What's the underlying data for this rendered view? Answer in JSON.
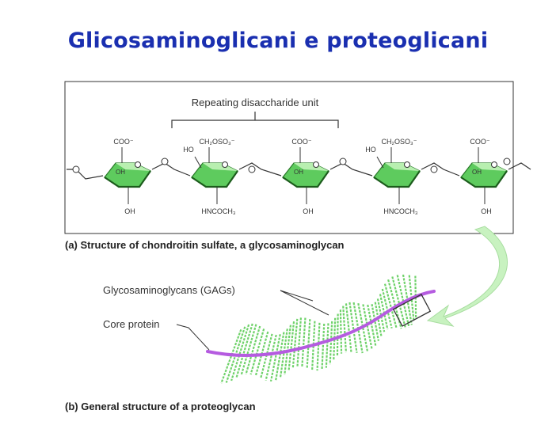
{
  "title": "Glicosaminoglicani e proteoglicani",
  "panel_a": {
    "bracket_label": "Repeating disaccharide unit",
    "caption": "(a) Structure of chondroitin sulfate, a glycosaminoglycan",
    "groups": {
      "coo": "COO⁻",
      "oh": "OH",
      "ho": "HO",
      "ch2oso3": "CH₂OSO₃⁻",
      "hncoch3": "HNCOCH₃"
    }
  },
  "panel_b": {
    "gag_label": "Glycosaminoglycans (GAGs)",
    "core_label": "Core protein",
    "caption": "(b) General structure of a proteoglycan"
  },
  "colors": {
    "title": "#1a2fb0",
    "ring_fill": "#5ecb5e",
    "ring_top": "#b8efb0",
    "gag_green": "#6fd26a",
    "core_purple": "#b55be0",
    "arrow_green": "#c8f2c0"
  }
}
